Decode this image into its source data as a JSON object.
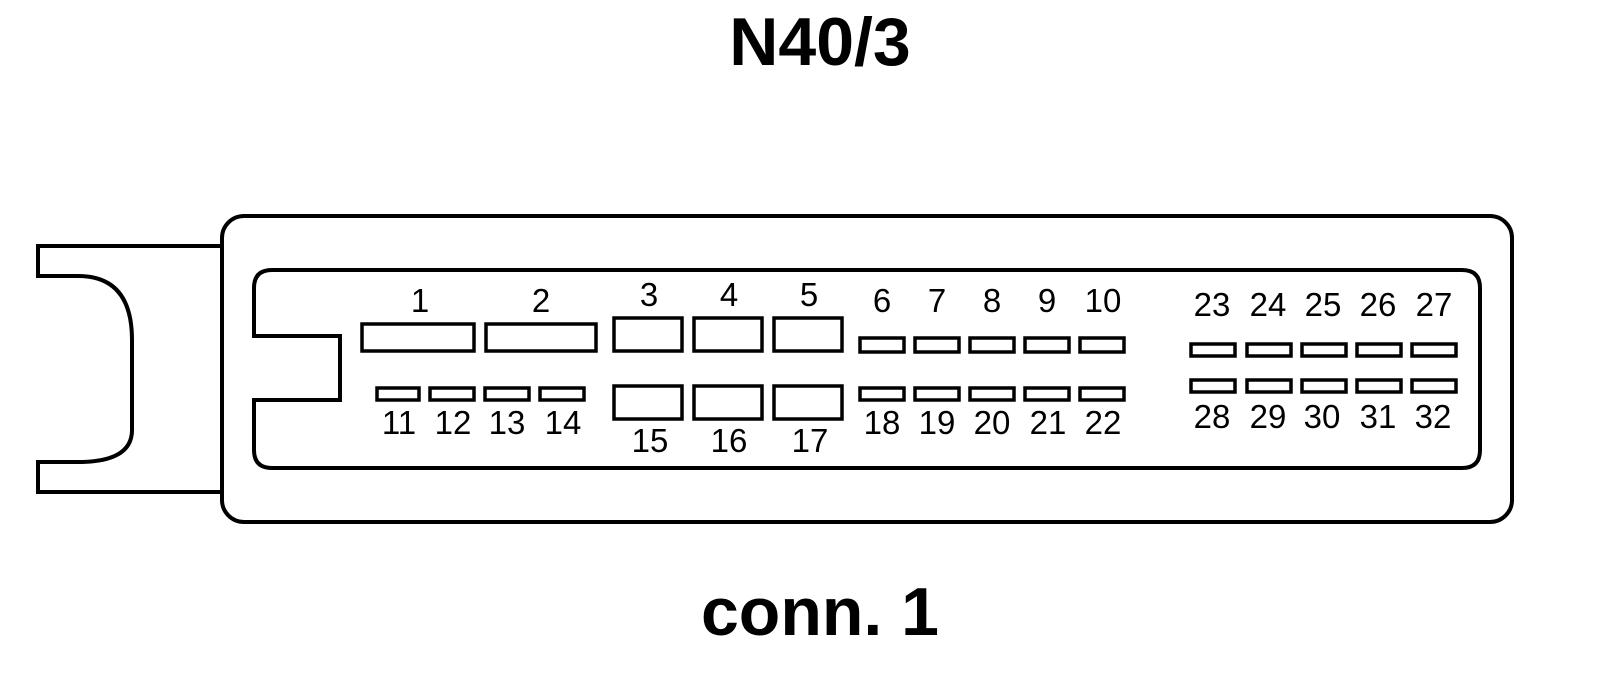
{
  "title": "N40/3",
  "connector_label": "conn. 1",
  "pins": [
    {
      "n": "1"
    },
    {
      "n": "2"
    },
    {
      "n": "3"
    },
    {
      "n": "4"
    },
    {
      "n": "5"
    },
    {
      "n": "6"
    },
    {
      "n": "7"
    },
    {
      "n": "8"
    },
    {
      "n": "9"
    },
    {
      "n": "10"
    },
    {
      "n": "11"
    },
    {
      "n": "12"
    },
    {
      "n": "13"
    },
    {
      "n": "14"
    },
    {
      "n": "15"
    },
    {
      "n": "16"
    },
    {
      "n": "17"
    },
    {
      "n": "18"
    },
    {
      "n": "19"
    },
    {
      "n": "20"
    },
    {
      "n": "21"
    },
    {
      "n": "22"
    },
    {
      "n": "23"
    },
    {
      "n": "24"
    },
    {
      "n": "25"
    },
    {
      "n": "26"
    },
    {
      "n": "27"
    },
    {
      "n": "28"
    },
    {
      "n": "29"
    },
    {
      "n": "30"
    },
    {
      "n": "31"
    },
    {
      "n": "32"
    }
  ]
}
